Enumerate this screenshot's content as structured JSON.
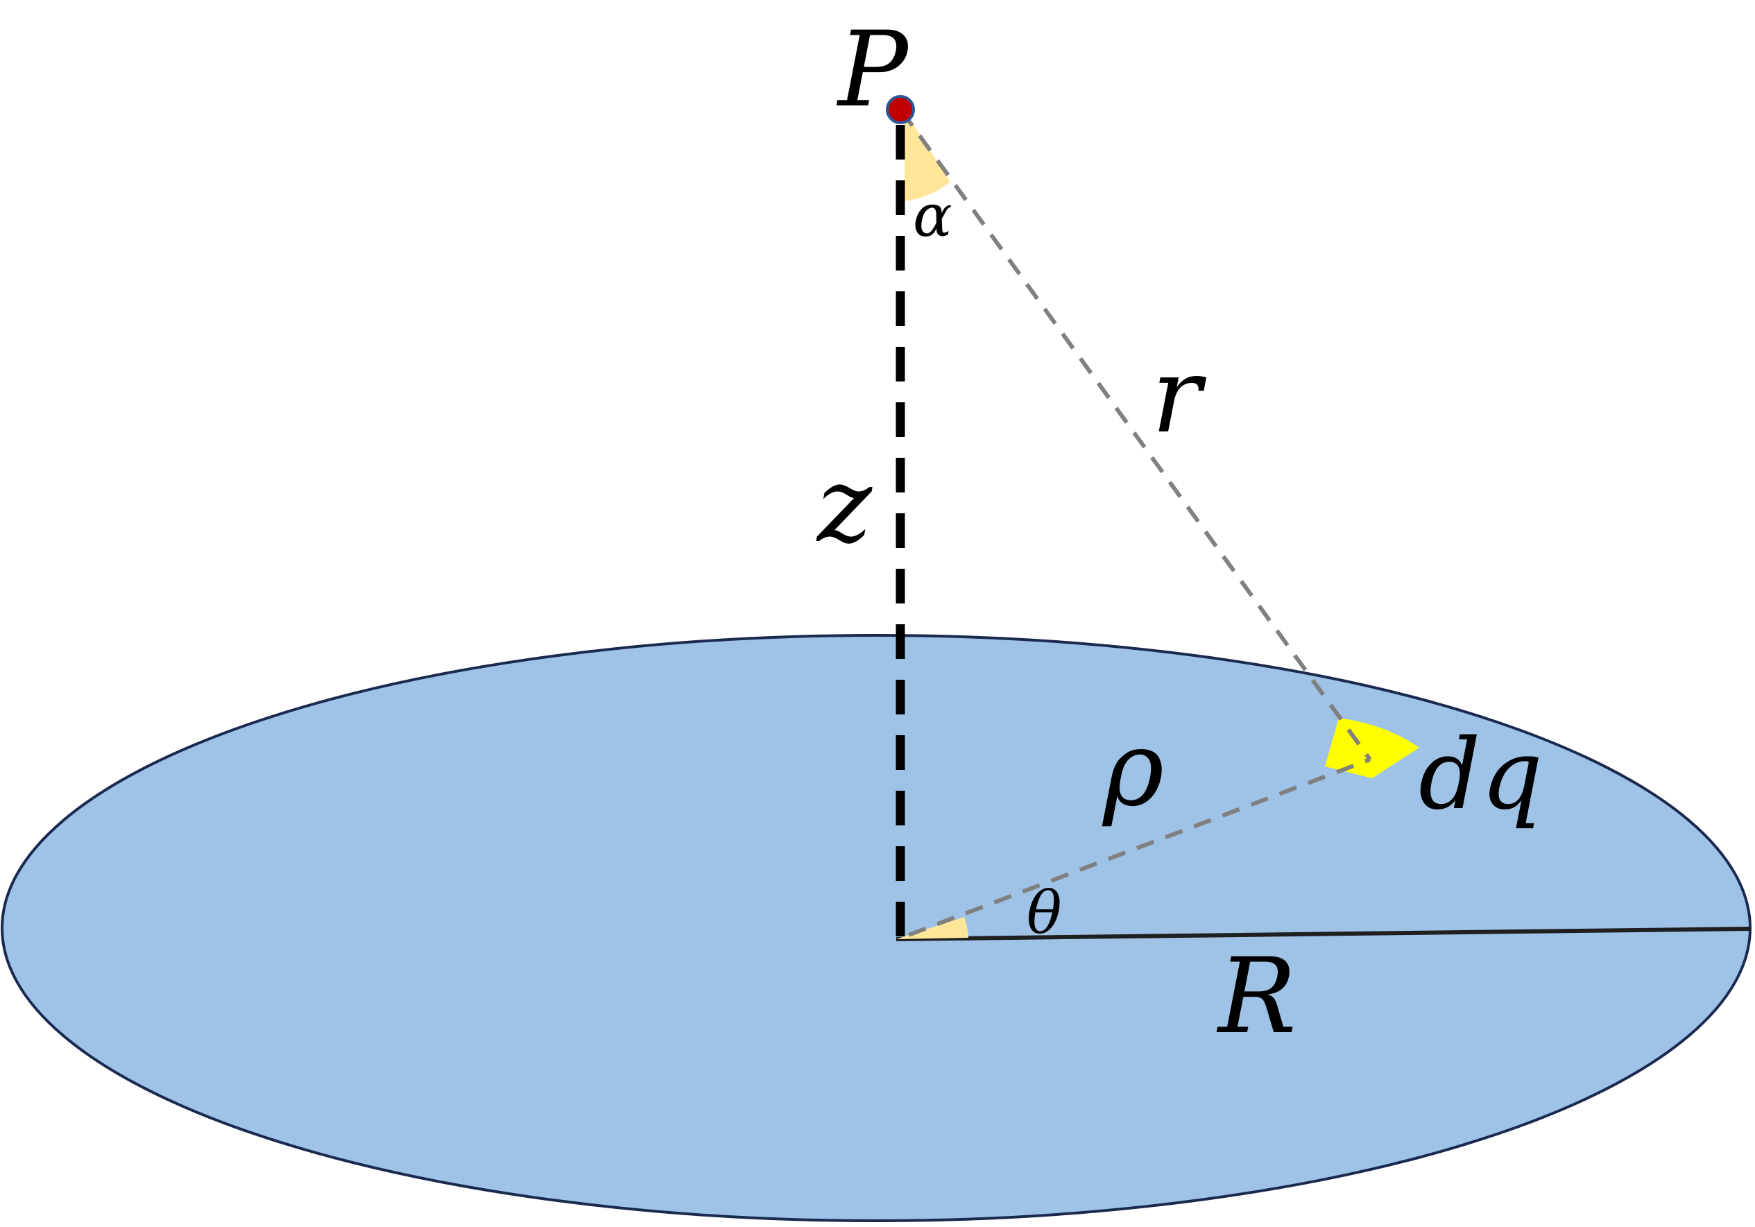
{
  "diagram": {
    "labels": {
      "point": "P",
      "height": "z",
      "distance": "r",
      "radial": "ρ",
      "charge": "dq",
      "azimuth": "θ",
      "radius": "R",
      "polar_angle": "α"
    },
    "colors": {
      "disk_fill": "#9fc3e7",
      "disk_edge": "#1a2a4f",
      "point_fill": "#c00000",
      "point_edge": "#2f5597",
      "charge_element": "#ffff00",
      "angle_wedge": "#ffe699",
      "dashed_guide": "#808080",
      "axis": "#000000"
    }
  }
}
